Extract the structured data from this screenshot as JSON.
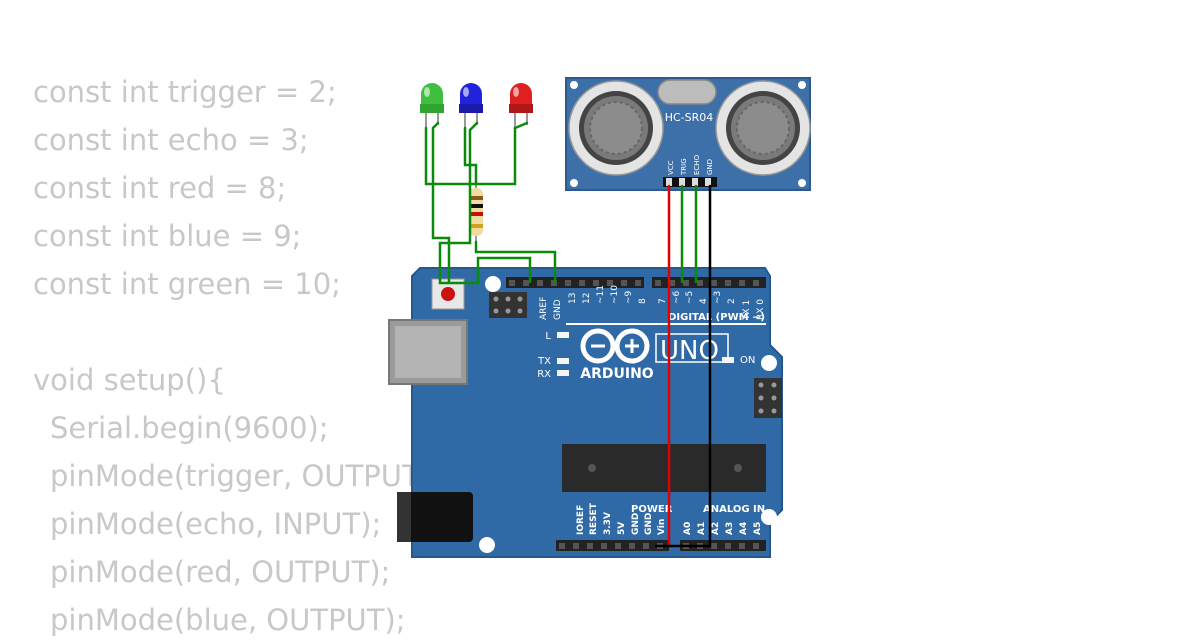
{
  "code": {
    "lines": [
      "const int trigger = 2;",
      "const int echo = 3;",
      "const int red = 8;",
      "const int blue = 9;",
      "const int green = 10;",
      "",
      "void setup(){",
      "Serial.begin(9600);",
      "pinMode(trigger, OUTPUT);",
      "pinMode(echo, INPUT);",
      "pinMode(red, OUTPUT);",
      "pinMode(blue, OUTPUT);"
    ]
  },
  "board": {
    "brand": "ARDUINO",
    "model": "UNO",
    "digital_header": "DIGITAL (PWM ~)",
    "power_label": "POWER",
    "analog_label": "ANALOG IN",
    "on_label": "ON",
    "led_l": "L",
    "led_tx": "TX",
    "led_rx": "RX",
    "aref": "AREF",
    "gnd": "GND",
    "digital_pins": [
      "13",
      "12",
      "~11",
      "~10",
      "~9",
      "8",
      "7",
      "~6",
      "~5",
      "4",
      "~3",
      "2",
      "TX 1",
      "RX 0"
    ],
    "power_pins": [
      "IOREF",
      "RESET",
      "3.3V",
      "5V",
      "GND",
      "GND",
      "Vin"
    ],
    "analog_pins": [
      "A0",
      "A1",
      "A2",
      "A3",
      "A4",
      "A5"
    ]
  },
  "sensor": {
    "model": "HC-SR04",
    "pins": [
      "VCC",
      "TRIG",
      "ECHO",
      "GND"
    ]
  },
  "leds": [
    {
      "color": "#3fbf3f"
    },
    {
      "color": "#2222dd"
    },
    {
      "color": "#e02020"
    }
  ],
  "colors": {
    "board": "#2f6aa7",
    "wire_green": "#0a8a0a",
    "wire_red": "#e00000",
    "wire_black": "#000000",
    "code_text": "#c8c8c8"
  }
}
